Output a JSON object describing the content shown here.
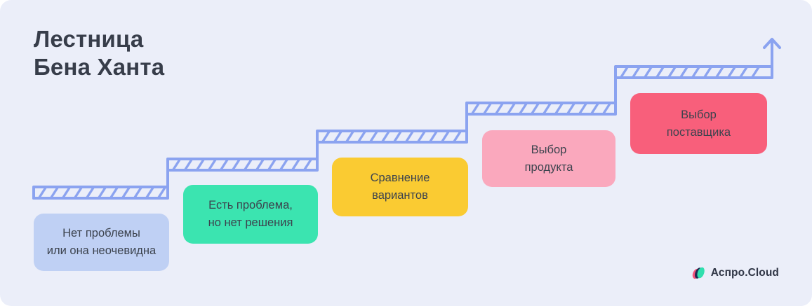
{
  "title": "Лестница\nБена Ханта",
  "steps": [
    {
      "id": "no-problem",
      "label": "Нет проблемы\nили она неочевидна",
      "color": "#BFD0F4"
    },
    {
      "id": "problem-no-solution",
      "label": "Есть проблема,\nно нет решения",
      "color": "#3BE4B0"
    },
    {
      "id": "comparing-options",
      "label": "Сравнение\nвариантов",
      "color": "#FACB32"
    },
    {
      "id": "product-choice",
      "label": "Выбор\nпродукта",
      "color": "#FAA8BD"
    },
    {
      "id": "vendor-choice",
      "label": "Выбор\nпоставщика",
      "color": "#F85F7B"
    }
  ],
  "branding": {
    "logo_text": "Аспро.Cloud"
  },
  "colors": {
    "page": "#FFFFFF",
    "background": "#EBEEF9",
    "staircase": "#8BA3F0",
    "title_text": "#373D4A",
    "step_text": "#3C434E",
    "logo_text": "#303646",
    "logo_icon_pink": "#F4537B",
    "logo_icon_navy": "#1F2A52",
    "logo_icon_teal": "#30DFAE"
  }
}
